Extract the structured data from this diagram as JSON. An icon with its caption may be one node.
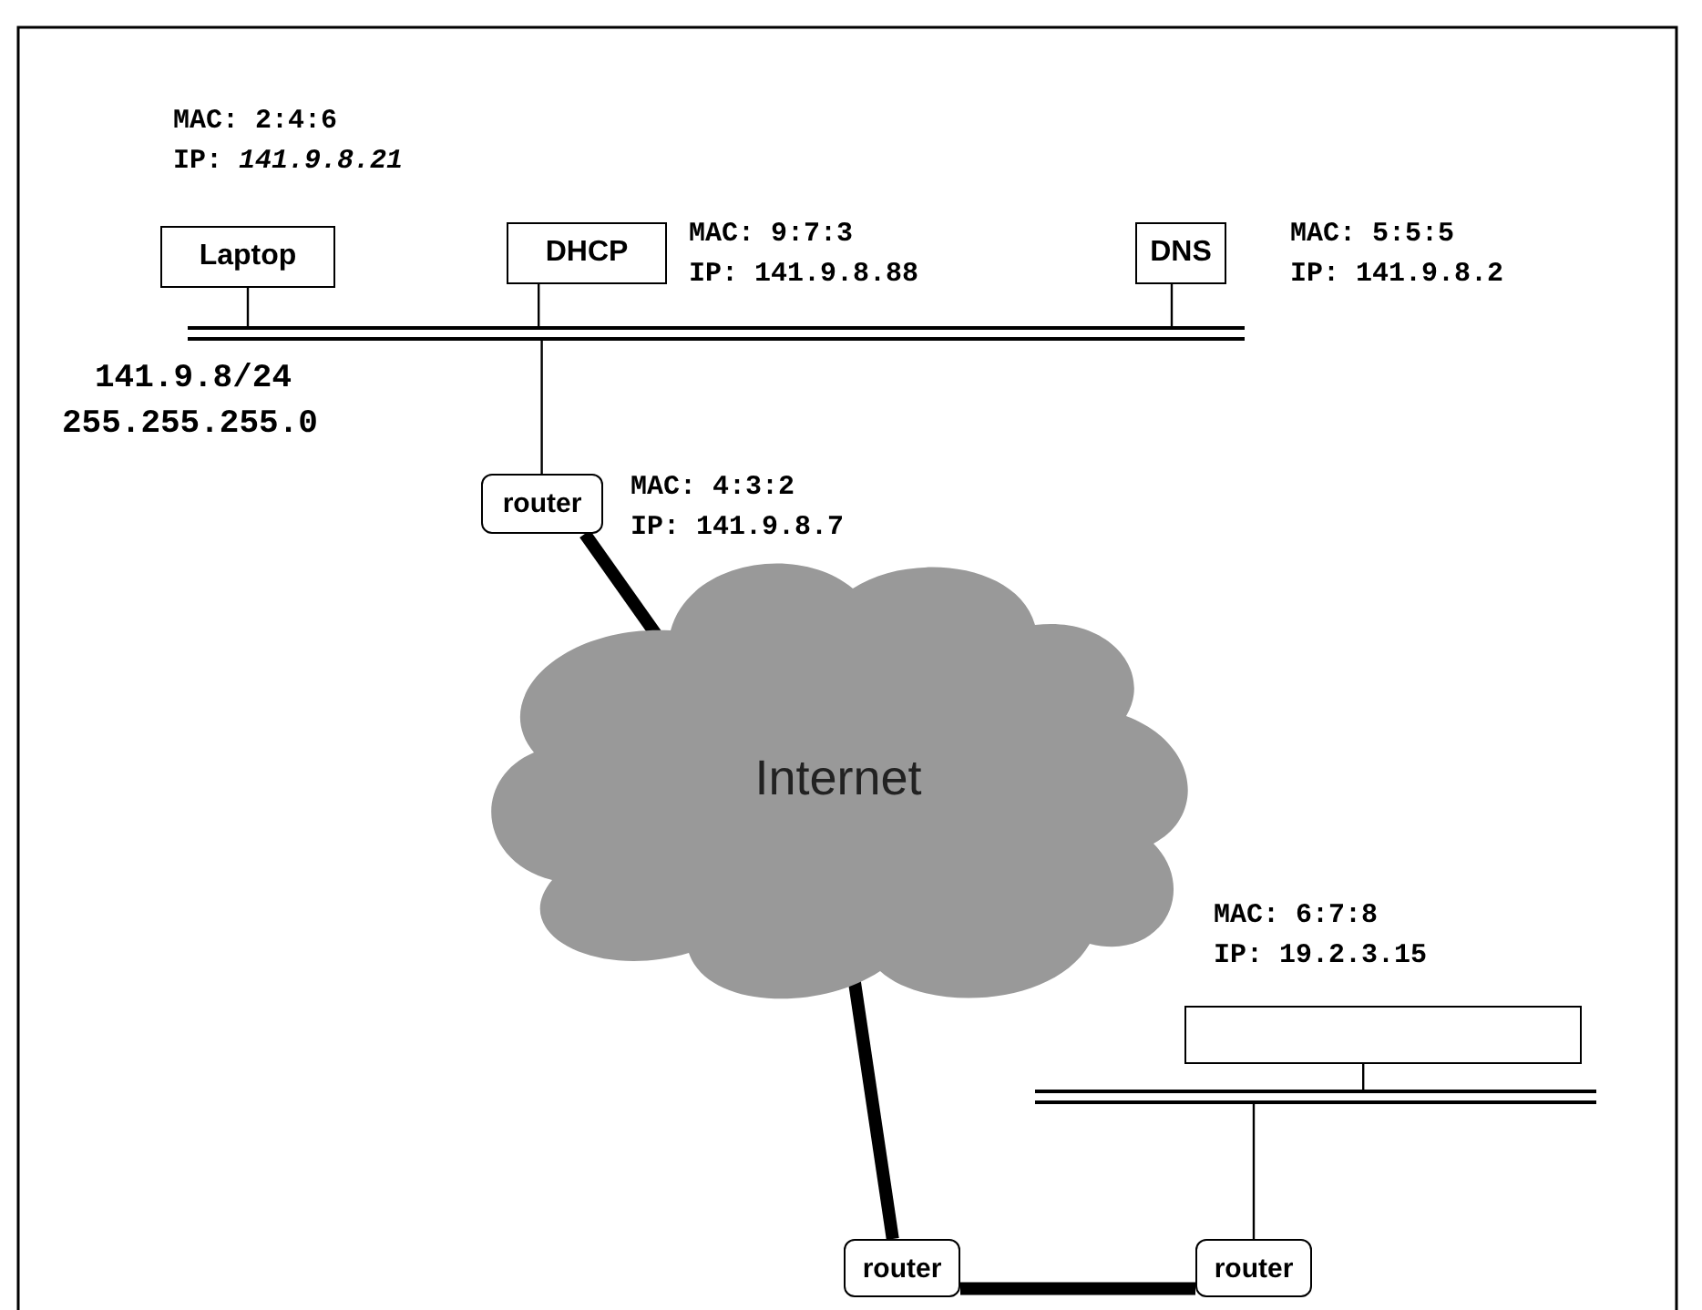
{
  "diagram": {
    "nodes": [
      {
        "text": [
          "Laptop"
        ],
        "beside": [
          "MAC: 2:4:6",
          "IP: *141.9.8.21*"
        ]
      },
      {
        "text": [
          "DHCP"
        ],
        "beside": [
          "MAC: 9:7:3",
          "IP: 141.9.8.88"
        ]
      },
      {
        "text": [
          "DNS"
        ],
        "beside": [
          "MAC: 5:5:5",
          "IP: 141.9.8.2"
        ]
      },
      {
        "text": [],
        "shape": "bar"
      },
      {
        "text": [
          "router"
        ],
        "beside": [
          "MAC: 4:3:2",
          "IP: 141.9.8.7"
        ]
      },
      {
        "text": [
          "Internet"
        ]
      },
      {
        "text": [],
        "shape": "box",
        "beside": [
          "MAC: 6:7:8",
          "IP: 19.2.3.15"
        ]
      },
      {
        "text": [],
        "shape": "bar"
      },
      {
        "text": [
          "router"
        ]
      },
      {
        "text": [
          "router"
        ]
      }
    ],
    "edges": [
      {
        "from": 0,
        "to": 3,
        "arrow": "none"
      },
      {
        "from": 1,
        "to": 3,
        "arrow": "none"
      },
      {
        "from": 2,
        "to": 3,
        "arrow": "none"
      },
      {
        "from": 3,
        "to": 4,
        "arrow": "none"
      },
      {
        "from": 4,
        "to": 5,
        "arrow": "none",
        "style": "thick"
      },
      {
        "from": 5,
        "to": 8,
        "arrow": "none",
        "style": "thick"
      },
      {
        "from": 8,
        "to": 9,
        "arrow": "none",
        "style": "thick"
      },
      {
        "from": 9,
        "to": 7,
        "arrow": "none"
      },
      {
        "from": 6,
        "to": 7,
        "arrow": "none"
      }
    ],
    "labels": [
      "141.9.8/24",
      "255.255.255.0"
    ]
  }
}
